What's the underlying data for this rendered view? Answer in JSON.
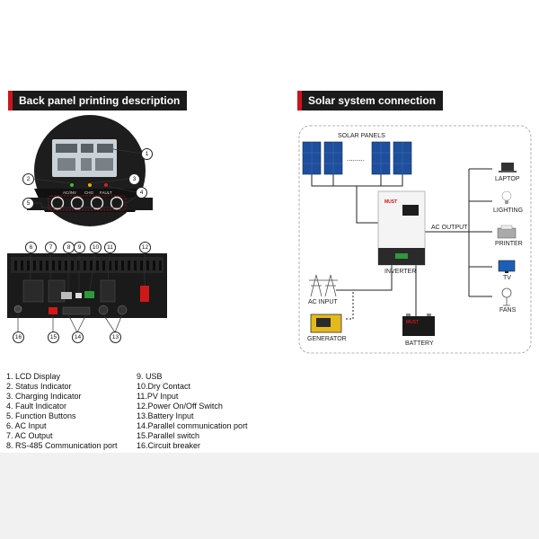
{
  "headers": {
    "back_panel": "Back panel printing description",
    "solar_system": "Solar system connection"
  },
  "front_panel": {
    "indicator_labels": [
      "AC/INV",
      "CHG",
      "FAULT"
    ],
    "callouts": [
      "1",
      "2",
      "3",
      "4",
      "5"
    ]
  },
  "back_panel": {
    "callouts_top": [
      "6",
      "7",
      "8",
      "9",
      "10",
      "11",
      "12"
    ],
    "callouts_bottom": [
      "16",
      "15",
      "14",
      "13"
    ]
  },
  "legend_left": [
    "1.  LCD Display",
    "2.  Status Indicator",
    "3.  Charging Indicator",
    "4.  Fault Indicator",
    "5.  Function Buttons",
    "6.  AC Input",
    "7.  AC Output",
    "8.  RS-485 Communication port"
  ],
  "legend_right": [
    "9.  USB",
    "10.Dry Contact",
    "11.PV Input",
    "12.Power On/Off Switch",
    "13.Battery Input",
    "14.Parallel communication port",
    "15.Parallel switch",
    "16.Circuit breaker"
  ],
  "system": {
    "solar_panels": "SOLAR PANELS",
    "dots": ".........",
    "inverter": "INVERTER",
    "inverter_brand": "MUST",
    "ac_output": "AC OUTPUT",
    "ac_input": "AC INPUT",
    "generator": "GENERATOR",
    "battery": "BATTERY",
    "battery_brand": "MUST",
    "loads": [
      "LAPTOP",
      "LIGHTING",
      "PRINTER",
      "TV",
      "FANS"
    ]
  },
  "colors": {
    "accent_red": "#c8161d",
    "header_dark": "#1b1b1b",
    "panel_blue": "#1f4f9c",
    "border_dashed": "#9a9a9a"
  }
}
